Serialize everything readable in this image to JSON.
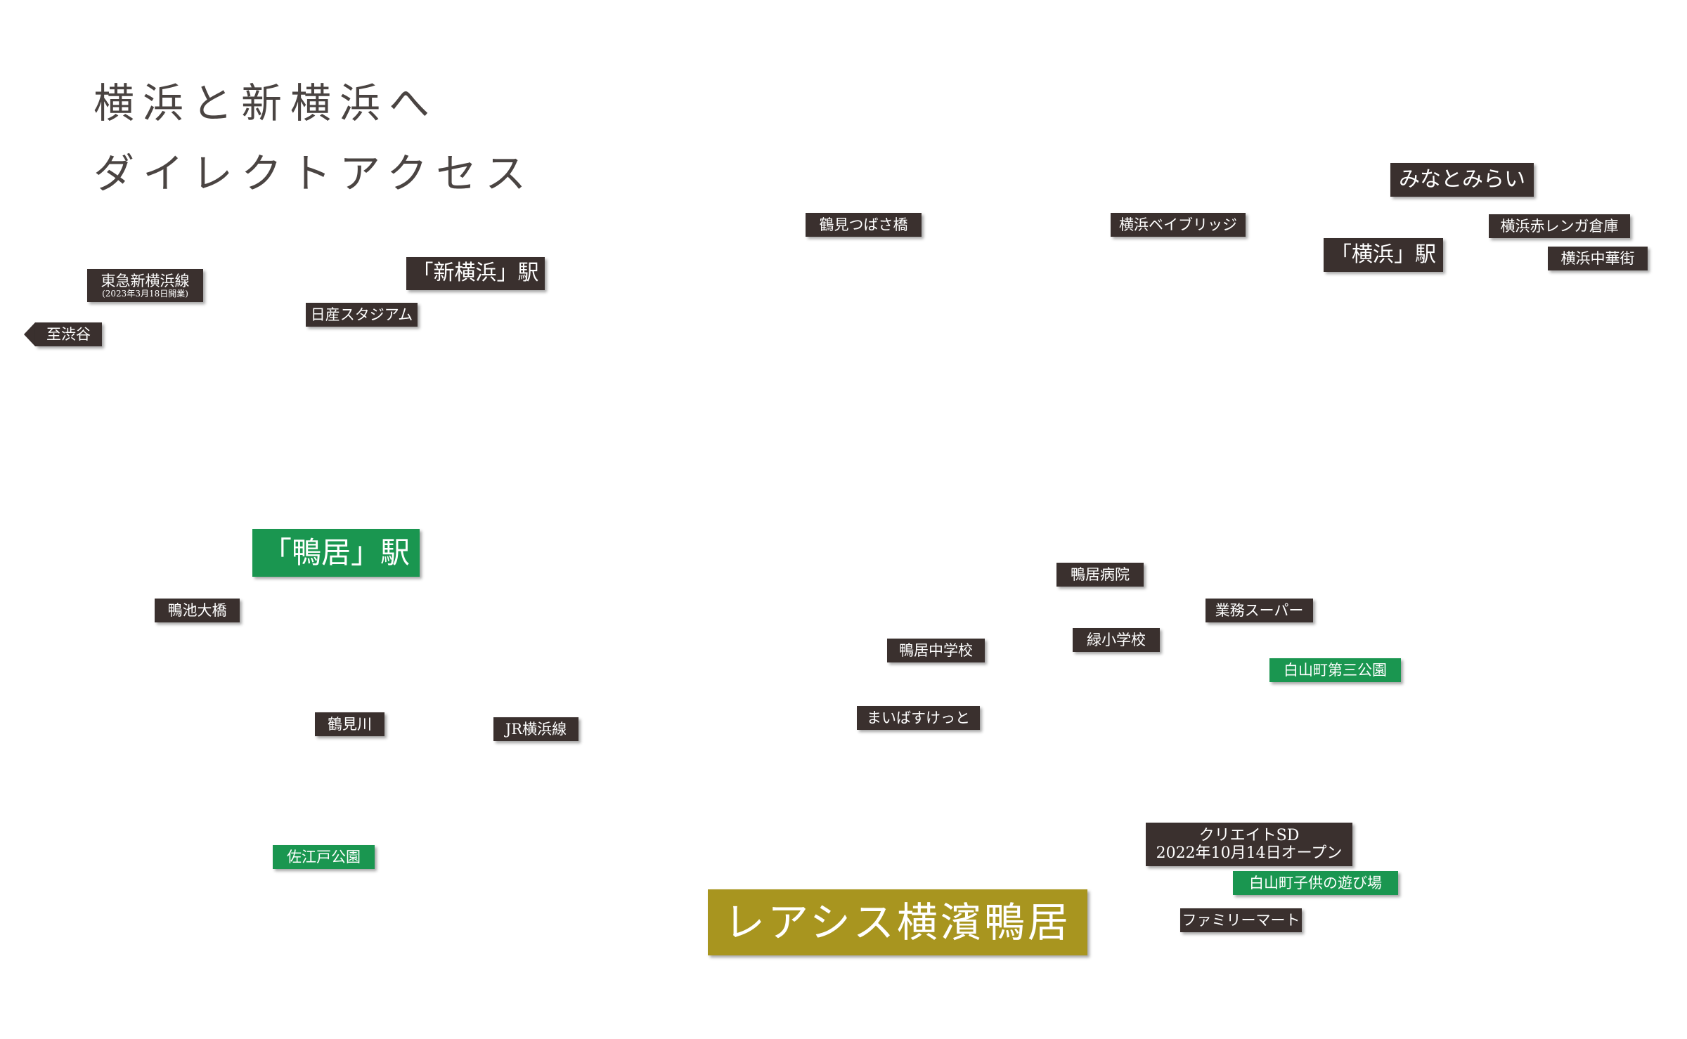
{
  "title": {
    "line1": "横浜と新横浜へ",
    "line2": "ダイレクトアクセス"
  },
  "labels": {
    "tsurumi_tsubasa": "鶴見つばさ橋",
    "bay_bridge": "横浜ベイブリッジ",
    "minatomirai": "みなとみらい",
    "red_brick": "横浜赤レンガ倉庫",
    "yokohama_station": "「横浜」駅",
    "chinatown": "横浜中華街",
    "tokyu_line": "東急新横浜線",
    "tokyu_line_note": "(2023年3月18日開業)",
    "shin_yokohama_station": "「新横浜」駅",
    "nissan_stadium": "日産スタジアム",
    "to_shibuya": "至渋谷",
    "kamoi_station": "「鴨居」駅",
    "kamoike_bridge": "鴨池大橋",
    "kamoi_hospital": "鴨居病院",
    "gyomu_super": "業務スーパー",
    "midori_elementary": "緑小学校",
    "kamoi_junior_high": "鴨居中学校",
    "hakusan_park3": "白山町第三公園",
    "my_basket": "まいばすけっと",
    "tsurumi_river": "鶴見川",
    "jr_yokohama_line": "JR横浜線",
    "saedo_park": "佐江戸公園",
    "property": "レアシス横濱鴨居",
    "create_sd": "クリエイトSD",
    "create_sd_note": "2022年10月14日オープン",
    "hakusan_playground": "白山町子供の遊び場",
    "familymart": "ファミリーマート"
  },
  "colors": {
    "dark": "#3a302e",
    "park": "#1a9650",
    "property": "#a8951f"
  }
}
